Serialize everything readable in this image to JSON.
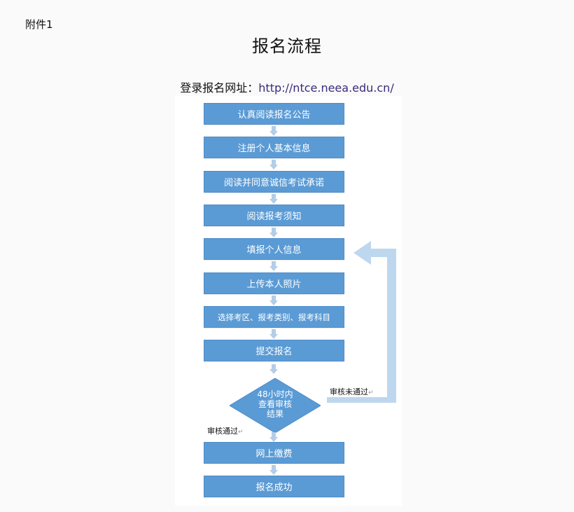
{
  "header": {
    "attachment_label": "附件1",
    "title": "报名流程",
    "login_prefix": "登录报名网址：",
    "login_url": "http://ntce.neea.edu.cn/"
  },
  "flow": {
    "steps": [
      "认真阅读报名公告",
      "注册个人基本信息",
      "阅读并同意诚信考试承诺",
      "阅读报考须知",
      "填报个人信息",
      "上传本人照片",
      "选择考区、报考类别、报考科目",
      "提交报名"
    ],
    "decision": {
      "line1": "48小时内",
      "line2": "查看审核",
      "line3": "结果"
    },
    "fail_label": "审核未通过",
    "pass_label": "审核通过",
    "return_mark": "↵",
    "final_steps": [
      "网上缴费",
      "报名成功"
    ]
  },
  "colors": {
    "step_fill": "#5b9bd5",
    "arrow_fill": "#b4cde8",
    "loop_fill": "#bdd7ee"
  }
}
